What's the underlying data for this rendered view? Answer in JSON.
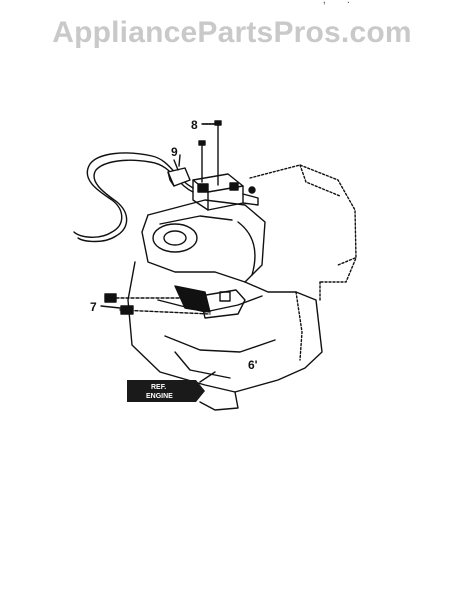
{
  "watermark": "AppliancePartsPros.com",
  "top_fragment": "' ',  ~~  '.'",
  "diagram": {
    "callouts": [
      "8",
      "9",
      "7",
      "6'"
    ],
    "ref_label_line1": "REF.",
    "ref_label_line2": "ENGINE"
  },
  "colors": {
    "watermark": "#c9c9c9",
    "ink": "#111111",
    "ref_tag": "#1a1a1a"
  }
}
